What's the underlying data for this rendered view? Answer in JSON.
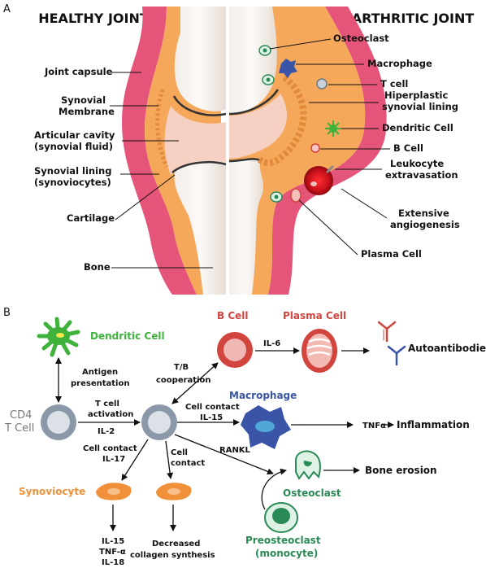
{
  "panel_a": {
    "letter": "A",
    "title_left": "HEALTHY JOINT",
    "title_right": "ARTHRITIC JOINT",
    "left_labels": {
      "joint_capsule": "Joint capsule",
      "synovial_membrane_1": "Synovial",
      "synovial_membrane_2": "Membrane",
      "articular_cavity_1": "Articular cavity",
      "articular_cavity_2": "(synovial fluid)",
      "synovial_lining_1": "Synovial lining",
      "synovial_lining_2": "(synoviocytes)",
      "cartilage": "Cartilage",
      "bone": "Bone"
    },
    "right_labels": {
      "osteoclast": "Osteoclast",
      "macrophage": "Macrophage",
      "t_cell": "T cell",
      "hyperplastic_1": "Hiperplastic",
      "hyperplastic_2": "synovial lining",
      "dendritic_cell": "Dendritic Cell",
      "b_cell": "B Cell",
      "leukocyte_1": "Leukocyte",
      "leukocyte_2": "extravasation",
      "angiogenesis_1": "Extensive",
      "angiogenesis_2": "angiogenesis",
      "plasma_cell": "Plasma Cell"
    }
  },
  "panel_b": {
    "letter": "B",
    "dendritic_cell": "Dendritic Cell",
    "antigen_1": "Antigen",
    "antigen_2": "presentation",
    "cd4_1": "CD4",
    "cd4_2": "T Cell",
    "tcell_activation_1": "T cell",
    "tcell_activation_2": "activation",
    "il2": "IL-2",
    "tb_coop_1": "T/B",
    "tb_coop_2": "cooperation",
    "b_cell": "B Cell",
    "il6": "IL-6",
    "plasma_cell": "Plasma Cell",
    "autoantibodies": "Autoantibodies",
    "macrophage": "Macrophage",
    "cell_contact_il15_1": "Cell contact",
    "cell_contact_il15_2": "IL-15",
    "tnfa": "TNFα",
    "inflammation": "Inflammation",
    "rankl": "RANKL",
    "bone_erosion": "Bone erosion",
    "osteoclast": "Osteoclast",
    "preosteoclast_1": "Preosteoclast",
    "preosteoclast_2": "(monocyte)",
    "cell_contact_il17_1": "Cell contact",
    "cell_contact_il17_2": "IL-17",
    "cell_contact_1": "Cell",
    "cell_contact_2": "contact",
    "synoviocyte": "Synoviocyte",
    "out_il15": "IL-15",
    "out_tnfa": "TNF-α",
    "out_il18": "IL-18",
    "decreased_1": "Decreased",
    "decreased_2": "collagen synthesis"
  },
  "colors": {
    "capsule": "#e5557a",
    "synovial_orange": "#f5a85a",
    "bone": "#efe9e3",
    "b_cell": "#d2453f",
    "macrophage": "#3a55a8",
    "osteoclast": "#2a8a55",
    "dendritic": "#3fb23c",
    "synoviocyte": "#f0913a",
    "cd4_gray": "#8a98a8"
  }
}
